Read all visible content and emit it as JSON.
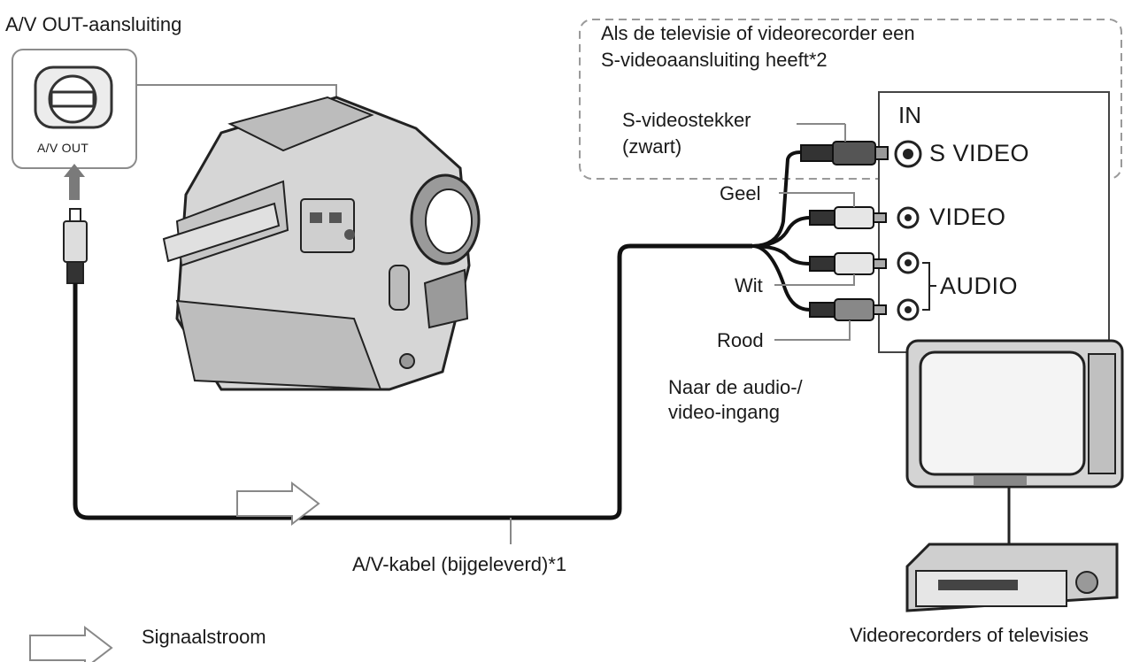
{
  "labels": {
    "av_out_connector": "A/V OUT-aansluiting",
    "av_out_jack": "A/V OUT",
    "svideo_box_line1": "Als de televisie of videorecorder een",
    "svideo_box_line2": "S-videoaansluiting heeft*2",
    "svideo_plug_line1": "S-videostekker",
    "svideo_plug_line2": "(zwart)",
    "in": "IN",
    "s_video": "S VIDEO",
    "video": "VIDEO",
    "audio": "AUDIO",
    "yellow": "Geel",
    "white": "Wit",
    "red": "Rood",
    "to_input_line1": "Naar de audio-/",
    "to_input_line2": "video-ingang",
    "av_cable": "A/V-kabel (bijgeleverd)*1",
    "devices": "Videorecorders of televisies",
    "signal_flow": "Signaalstroom"
  },
  "icons": [
    "camcorder-icon",
    "television-icon",
    "vcr-icon",
    "svideo-port-icon",
    "rca-jack-icon",
    "signal-flow-arrow-icon"
  ]
}
